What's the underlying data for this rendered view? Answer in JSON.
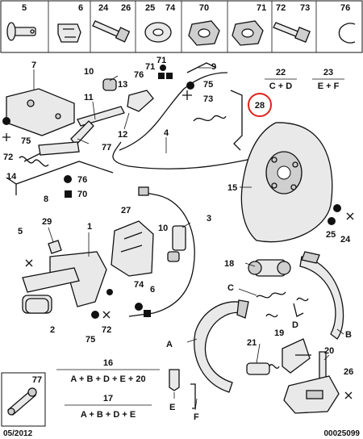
{
  "header_row": {
    "cells": [
      "5",
      "6",
      "24",
      "26",
      "25",
      "74",
      "70",
      "71",
      "72",
      "73"
    ],
    "extra": "76"
  },
  "callouts": {
    "n7": "7",
    "n10a": "10",
    "n71": "71",
    "n9": "9",
    "n76a": "76",
    "n13": "13",
    "n75a": "75",
    "n73a": "73",
    "n11": "11",
    "n12": "12",
    "n75b": "75",
    "n72a": "72",
    "n77a": "77",
    "n4": "4",
    "n28": "28",
    "n14": "14",
    "n76b": "76",
    "n70": "70",
    "n8": "8",
    "n15": "15",
    "n27": "27",
    "n10b": "10",
    "n3": "3",
    "n29": "29",
    "n1": "1",
    "n5": "5",
    "n25": "25",
    "n24": "24",
    "n18": "18",
    "nC": "C",
    "n74": "74",
    "n6": "6",
    "n2": "2",
    "n75c": "75",
    "n72b": "72",
    "nD": "D",
    "nB": "B",
    "n19": "19",
    "nA": "A",
    "n21": "21",
    "n20": "20",
    "nE": "E",
    "nF": "F",
    "n26": "26"
  },
  "kits": {
    "k22": {
      "num": "22",
      "formula": "C + D"
    },
    "k23": {
      "num": "23",
      "formula": "E + F"
    },
    "k16": {
      "num": "16",
      "formula": "A + B + D + E + 20"
    },
    "k17": {
      "num": "17",
      "formula": "A + B + D + E"
    }
  },
  "inset": {
    "num": "77"
  },
  "footer": {
    "date": "05/2012",
    "ref": "00025099"
  },
  "colors": {
    "highlight": "#e0231b",
    "ink": "#111111"
  }
}
